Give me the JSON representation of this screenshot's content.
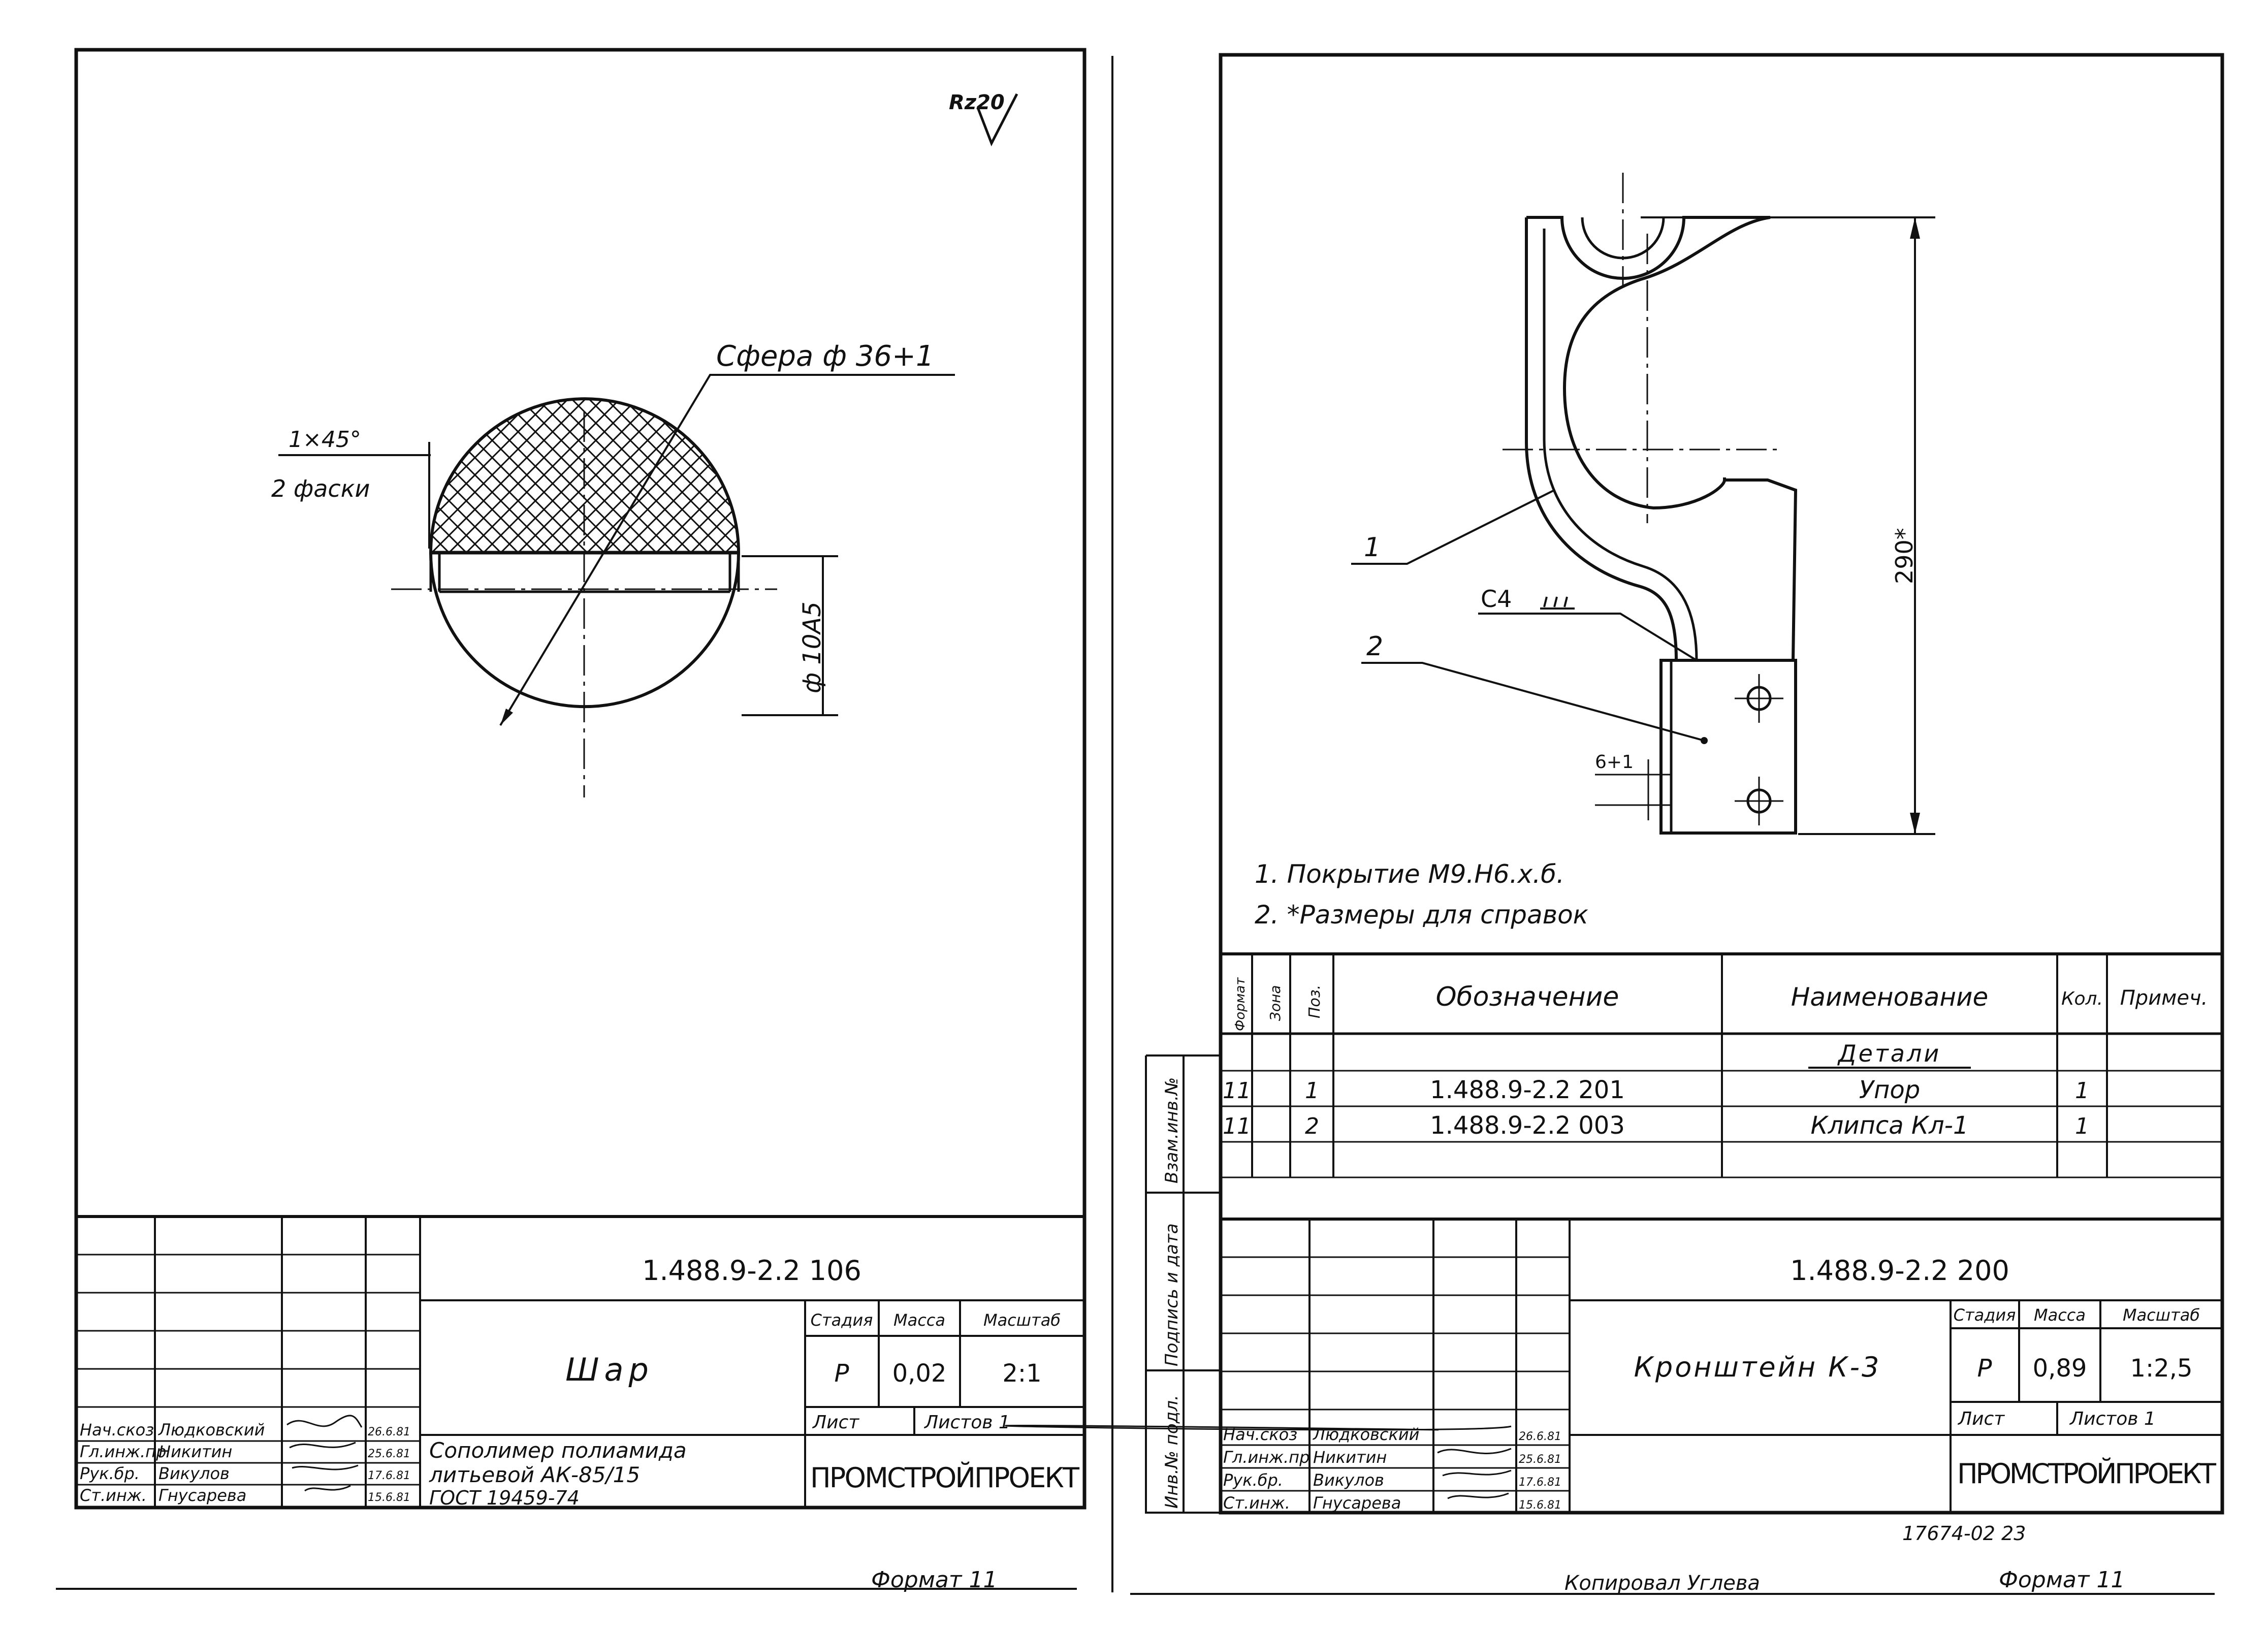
{
  "left_sheet": {
    "roughness": "Rz20",
    "dim_sphere": "Сфера ф 36+1",
    "dim_chamfer": "1×45°",
    "dim_chamfer_count": "2 фаски",
    "dim_hole": "ф 10А5",
    "title_block": {
      "designation": "1.488.9-2.2 106",
      "name": "Шар",
      "stage_label": "Стадия",
      "mass_label": "Масса",
      "scale_label": "Масштаб",
      "stage": "Р",
      "mass": "0,02",
      "scale": "2:1",
      "sheet_label": "Лист",
      "sheets_label": "Листов 1",
      "material_1": "Сополимер полиамида",
      "material_2": "литьевой АК-85/15",
      "material_3": "ГОСТ 19459-74",
      "org": "ПРОМСТРОЙПРОЕКТ",
      "roles": [
        "Нач.скоз",
        "Гл.инж.пр",
        "Рук.бр.",
        "Ст.инж."
      ],
      "names": [
        "Людковский",
        "Никитин",
        "Викулов",
        "Гнусарева"
      ],
      "dates": [
        "26.6.81",
        "25.6.81",
        "17.6.81",
        "15.6.81"
      ]
    },
    "format": "Формат 11"
  },
  "right_sheet": {
    "callout_1": "1",
    "callout_2": "2",
    "weld": "С4",
    "dim_height": "290*",
    "dim_6": "6+1",
    "note_1": "1. Покрытие М9.Н6.х.б.",
    "note_2": "2. *Размеры для справок",
    "spec": {
      "headers": {
        "format": "Формат",
        "zone": "Зона",
        "pos": "Поз.",
        "designation": "Обозначение",
        "name": "Наименование",
        "qty": "Кол.",
        "note": "Примеч."
      },
      "section": "Детали",
      "rows": [
        {
          "format": "11",
          "pos": "1",
          "designation": "1.488.9-2.2 201",
          "name": "Упор",
          "qty": "1"
        },
        {
          "format": "11",
          "pos": "2",
          "designation": "1.488.9-2.2 003",
          "name": "Клипса Кл-1",
          "qty": "1"
        }
      ]
    },
    "side_labels": [
      "Взам.инв.№",
      "Подпись и дата",
      "Инв.№ подл."
    ],
    "title_block": {
      "designation": "1.488.9-2.2 200",
      "name": "Кронштейн К-3",
      "stage_label": "Стадия",
      "mass_label": "Масса",
      "scale_label": "Масштаб",
      "stage": "Р",
      "mass": "0,89",
      "scale": "1:2,5",
      "sheet_label": "Лист",
      "sheets_label": "Листов 1",
      "org": "ПРОМСТРОЙПРОЕКТ",
      "roles": [
        "Нач.скоз",
        "Гл.инж.пр",
        "Рук.бр.",
        "Ст.инж."
      ],
      "names": [
        "Людковский",
        "Никитин",
        "Викулов",
        "Гнусарева"
      ],
      "dates": [
        "26.6.81",
        "25.6.81",
        "17.6.81",
        "15.6.81"
      ]
    },
    "archive_no": "17674-02 23",
    "copied_by": "Копировал Углева",
    "format": "Формат 11"
  }
}
